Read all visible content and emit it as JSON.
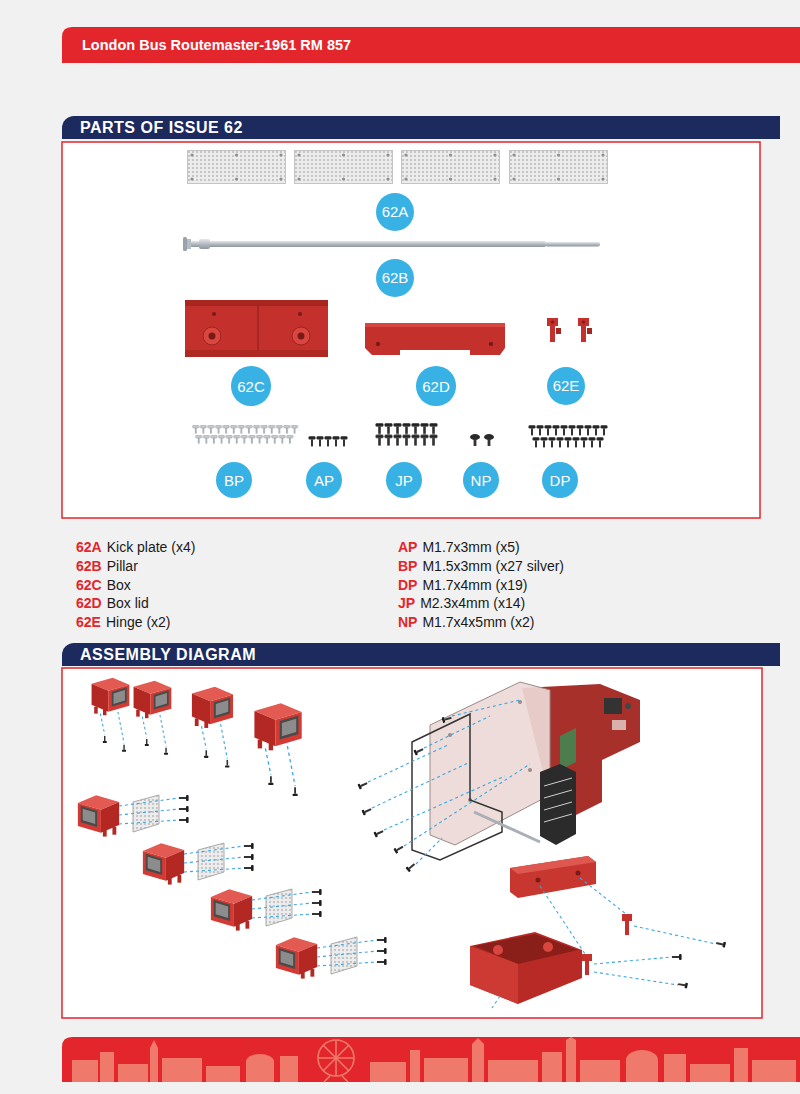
{
  "diagram": {
    "title": "London Bus Routemaster-1961 RM 857",
    "nodes": [
      {
        "text": [
          "PARTS OF ISSUE 62"
        ]
      },
      {
        "text": [
          "62A"
        ]
      },
      {
        "text": [
          "62B"
        ]
      },
      {
        "text": [
          "62C"
        ]
      },
      {
        "text": [
          "62D"
        ]
      },
      {
        "text": [
          "62E"
        ]
      },
      {
        "text": [
          "BP"
        ]
      },
      {
        "text": [
          "AP"
        ]
      },
      {
        "text": [
          "JP"
        ]
      },
      {
        "text": [
          "NP"
        ]
      },
      {
        "text": [
          "DP"
        ]
      },
      {
        "text": [
          "ASSEMBLY DIAGRAM"
        ]
      }
    ],
    "labels": [
      "62A",
      "Kick plate (x4)",
      "62B",
      "Pillar",
      "62C",
      "Box",
      "62D",
      "Box lid",
      "62E",
      "Hinge (x2)",
      "AP",
      "M1.7x3mm (x5)",
      "BP",
      "M1.5x3mm (x27 silver)",
      "DP",
      "M1.7x4mm (x19)",
      "JP",
      "M2.3x4mm (x14)",
      "NP",
      "M1.7x4x5mm (x2)"
    ]
  }
}
